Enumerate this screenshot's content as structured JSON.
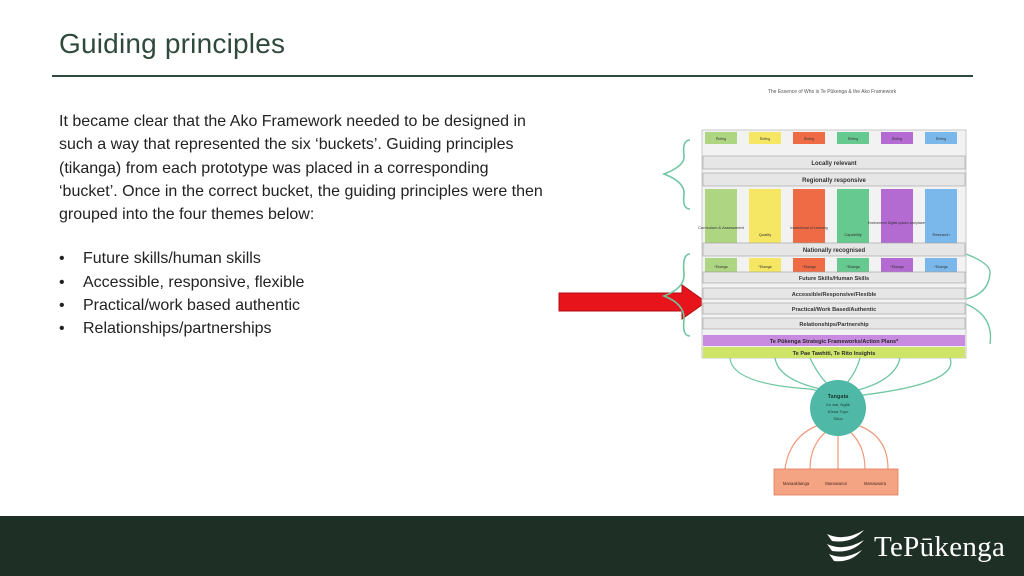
{
  "slide": {
    "title": "Guiding principles",
    "paragraph": "It became clear that the Ako Framework needed to be designed in such a way that represented the six ‘buckets’. Guiding principles (tikanga) from each prototype was placed in a corresponding ‘bucket’. Once in the correct bucket, the guiding principles were then grouped into the four themes below:",
    "bullets": [
      "Future skills/human skills",
      "Accessible, responsive, flexible",
      "Practical/work based authentic",
      "Relationships/partnerships"
    ]
  },
  "diagram": {
    "heading": "The Essence of Who is Te Pūkenga & the Ako Framework",
    "columns": [
      {
        "top": "Ēnēng",
        "label": "Curriculum & Assessment",
        "tag": "*Ekanga",
        "color": "#aed581"
      },
      {
        "top": "Ēnēng",
        "label": "Quality",
        "tag": "*Ekanga",
        "color": "#f5e663"
      },
      {
        "top": "Ēnēng",
        "label": "Institutional of Learning",
        "tag": "*Ekanga",
        "color": "#ef6b45"
      },
      {
        "top": "Ēnēng",
        "label": "Capability",
        "tag": "*Ekanga",
        "color": "#66c98f"
      },
      {
        "top": "Ēnēng",
        "label": "Environment Digital spaces and places",
        "tag": "*Ekanga",
        "color": "#b36ad1"
      },
      {
        "top": "Ēnēng",
        "label": "Research",
        "tag": "*Ekanga",
        "color": "#7ab8ec"
      }
    ],
    "bars": {
      "locally": "Locally relevant",
      "regionally": "Regionally responsive",
      "nationally": "Nationally recognised",
      "theme1": "Future Skills/Human Skills",
      "theme2": "Accessible/Responsive/Flexible",
      "theme3": "Practical/Work Based/Authentic",
      "theme4": "Relationships/Partnership",
      "strategic": "Te Pūkenga Strategic Frameworks/Action Plans*",
      "insights": "Te Pae Tawhiti, Te Rito Insights"
    },
    "circle": {
      "title": "Tangata",
      "line1": "Ko wai, Ngāk",
      "line2": "Kōrua Tupu",
      "line3": "Sōuo"
    },
    "bottom": [
      "Manaakitanga",
      "Manawanui",
      "Manawaora"
    ]
  },
  "footer": {
    "logo_text": "TePūkenga"
  },
  "colors": {
    "title": "#2f4a3c",
    "footer": "#1e2f25",
    "arrow": "#e8141c",
    "strategic_bar": "#c98be0",
    "insights_bar": "#cde468",
    "bottom_box": "#f4a383"
  }
}
